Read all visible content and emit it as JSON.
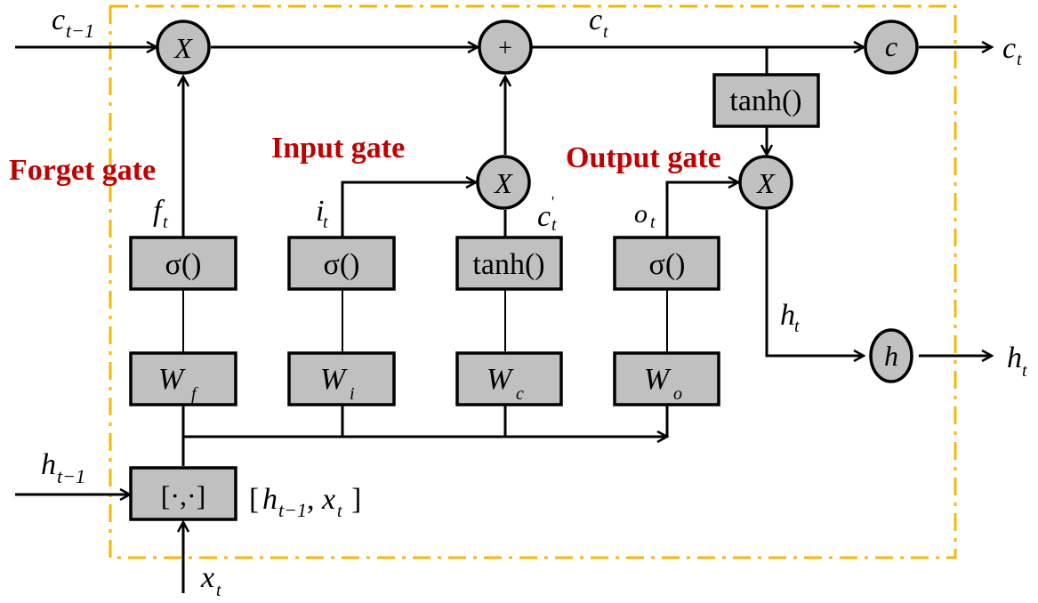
{
  "title": "LSTM cell diagram",
  "colors": {
    "gate_label": "#c00000",
    "border": "#f5b800",
    "block_fill": "#c0c0c0"
  },
  "gate_labels": {
    "forget": "Forget gate",
    "input": "Input gate",
    "output": "Output gate"
  },
  "inputs": {
    "c_prev": {
      "base": "c",
      "sub": "t−1"
    },
    "h_prev": {
      "base": "h",
      "sub": "t−1"
    },
    "x": {
      "base": "x",
      "sub": "t"
    }
  },
  "outputs": {
    "c": {
      "base": "c",
      "sub": "t"
    },
    "h": {
      "base": "h",
      "sub": "t"
    }
  },
  "signals": {
    "c_t_top": {
      "base": "c",
      "sub": "t"
    },
    "f_t": {
      "base": "f",
      "sub": "t"
    },
    "i_t": {
      "base": "i",
      "sub": "t"
    },
    "c_cand": {
      "base": "c",
      "sub": "t",
      "prime": "'"
    },
    "o_t": {
      "base": "o",
      "sub": "t"
    },
    "h_t_inner": {
      "base": "h",
      "sub": "t"
    },
    "concat": {
      "open": "[",
      "h": "h",
      "h_sub": "t−1",
      "sep": ",",
      "x": "x",
      "x_sub": "t",
      "close": "]"
    }
  },
  "nodes": {
    "forget_mul": "X",
    "add": "+",
    "input_mul": "X",
    "output_mul": "X",
    "c_out": "c",
    "h_out": "h"
  },
  "blocks": {
    "sigma_f": "σ()",
    "sigma_i": "σ()",
    "tanh_c": "tanh()",
    "sigma_o": "σ()",
    "tanh_out": "tanh()",
    "concat": "[·,·]",
    "W_f": {
      "base": "W",
      "sub": "f"
    },
    "W_i": {
      "base": "W",
      "sub": "i"
    },
    "W_c": {
      "base": "W",
      "sub": "c"
    },
    "W_o": {
      "base": "W",
      "sub": "o"
    }
  }
}
